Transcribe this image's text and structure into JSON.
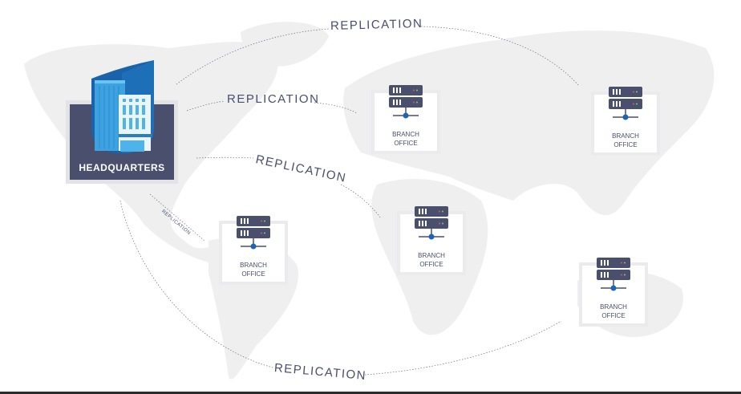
{
  "headquarters": {
    "label": "HEADQUARTERS"
  },
  "replication_labels": [
    "REPLICATION",
    "REPLICATION",
    "REPLICATION",
    "REPLICATION",
    "REPLICATION"
  ],
  "branches": [
    {
      "line1": "BRANCH",
      "line2": "OFFICE"
    },
    {
      "line1": "BRANCH",
      "line2": "OFFICE"
    },
    {
      "line1": "BRANCH",
      "line2": "OFFICE"
    },
    {
      "line1": "BRANCH",
      "line2": "OFFICE"
    },
    {
      "line1": "BRANCH",
      "line2": "OFFICE"
    }
  ],
  "colors": {
    "panel": "#4a4f6e",
    "accent": "#1e64b4",
    "map": "#efefef"
  }
}
